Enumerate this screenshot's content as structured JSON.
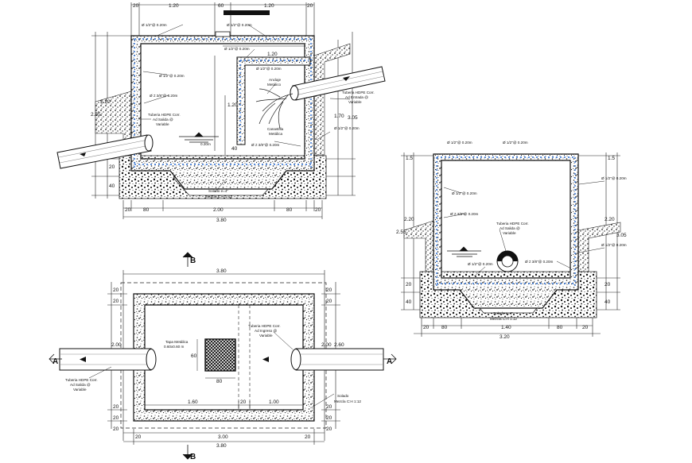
{
  "drawing": {
    "section_a": {
      "top_dims": [
        "20",
        "1.20",
        "60",
        "1.20",
        "20"
      ],
      "bottom_dims": [
        "20",
        "80",
        "2.00",
        "80",
        "20"
      ],
      "total": "3.80",
      "right_dims": [
        "1.20",
        "1.70",
        "3.05"
      ],
      "left_dims": [
        "2.20",
        "2.55",
        "20",
        "40"
      ],
      "mid_dims": [
        "1.20",
        "40"
      ],
      "labels": {
        "steel_top_left": "Ø 1/2\"@ 0.20m",
        "steel_top_right": "Ø 1/2\"@ 0.20m",
        "steel_inner_top": "Ø 1/2\"@ 0.20m",
        "steel_wall_left": "Ø 1/2\"@ 0.20m",
        "stirrups_left": "Ø ≠ 3/8\"@ 0.20m",
        "pipe_left": "Tuberia HDPE Corr.",
        "pipe_left_2": "Ad Salida @",
        "pipe_left_3": "Variable",
        "water_level": "0.20m",
        "steel_inner_wall": "Ø 1/2\"@ 0.20m",
        "anclaje": "Anclaje",
        "anclaje_2": "Metálico",
        "canastilla": "Canastilla",
        "canastilla_2": "Metálica",
        "stirrups_right": "Ø ≠ 3/8\"@ 0.20m",
        "pipe_right": "Tuberia HDPE Corr.",
        "pipe_right_2": "Ad Entrada @",
        "pipe_right_3": "Variable",
        "steel_right": "Ø 1/2\"@ 0.20m",
        "solado": "Solado e=4\"",
        "mezcla": "Mezcla C:H 1:12"
      }
    },
    "section_b": {
      "top_dims": [
        "1.5",
        "1.5"
      ],
      "bottom_dims": [
        "20",
        "80",
        "1.40",
        "80",
        "20"
      ],
      "total": "3.20",
      "left_dims": [
        "2.20",
        "2.55",
        "20",
        "40"
      ],
      "right_dims": [
        "2.20",
        "3.05",
        "20",
        "40"
      ],
      "labels": {
        "steel_top_left": "Ø 1/2\"@ 0.20m",
        "steel_top_right": "Ø 1/2\"@ 0.20m",
        "steel_wall_left": "Ø 1/2\"@ 0.20m",
        "stirrups_left": "Ø ≠ 3/8\"@ 0.20m",
        "pipe": "Tuberia HDPE Corr.",
        "pipe_2": "Ad Salida @",
        "pipe_3": "Variable",
        "steel_inner": "Ø 1/2\"@ 0.20m",
        "stirrups_right": "Ø ≠ 3/8\"@ 0.20m",
        "steel_right_1": "Ø 1/2\"@ 0.20m",
        "steel_right_2": "Ø 1/2\"@ 0.20m",
        "solado": "Solado e=4\"",
        "mezcla": "Mezcla C:H 1:12"
      }
    },
    "plan": {
      "top_total": "3.80",
      "bottom_dims": [
        "20",
        "3.00",
        "20"
      ],
      "bottom_total": "3.80",
      "left_dims": [
        "20",
        "20",
        "2.00",
        "20",
        "20",
        "20"
      ],
      "right_dims": [
        "20",
        "20",
        "2.00",
        "2.60",
        "20",
        "20",
        "20"
      ],
      "inner_dims": [
        "1.60",
        "20",
        "1.00"
      ],
      "square_dims": [
        "60",
        "80"
      ],
      "labels": {
        "tapa": "Tapa Metálica",
        "tapa_2": "0.60x0.60 m",
        "pipe_in": "Tuberia HDPE Corr.",
        "pipe_in_2": "Ad Ingreso @",
        "pipe_in_3": "Variable",
        "pipe_out": "Tuberia HDPE Corr.",
        "pipe_out_2": "Ad Salida @",
        "pipe_out_3": "Variable",
        "solado": "Solado",
        "mezcla": "Mezcla C:H 1:12"
      },
      "section_marks": [
        "A",
        "A",
        "B",
        "B"
      ]
    }
  }
}
